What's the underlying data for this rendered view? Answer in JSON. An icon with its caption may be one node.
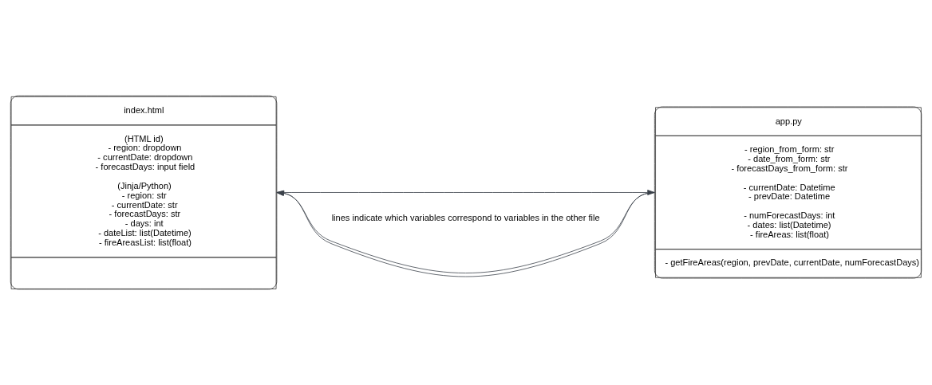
{
  "diagram": {
    "nodes": [
      {
        "text": [
          "index.html",
          "(HTML id)",
          "- region: dropdown",
          "- currentDate: dropdown",
          "- forecastDays: input field",
          "(Jinja/Python)",
          "- region: str",
          "- currentDate: str",
          "- forecastDays: str",
          "- days: int",
          "- dateList: list(Datetime)",
          "- fireAreasList: list(float)"
        ]
      },
      {
        "text": [
          "app.py",
          "- region_from_form: str",
          "- date_from_form: str",
          "- forecastDays_from_form: str",
          "- currentDate: Datetime",
          "- prevDate: Datetime",
          "- numForecastDays: int",
          "- dates: list(Datetime)",
          "- fireAreas: list(float)",
          "- getFireAreas(region, prevDate, currentDate, numForecastDays)"
        ]
      }
    ],
    "edges": [
      {
        "from": 0,
        "to": 1,
        "arrow": "to"
      },
      {
        "from": 1,
        "to": 0,
        "arrow": "to"
      },
      {
        "from": 1,
        "to": 0,
        "arrow": "to"
      }
    ],
    "labels": [
      "lines indicate which variables correspond to variables in the other file"
    ]
  }
}
